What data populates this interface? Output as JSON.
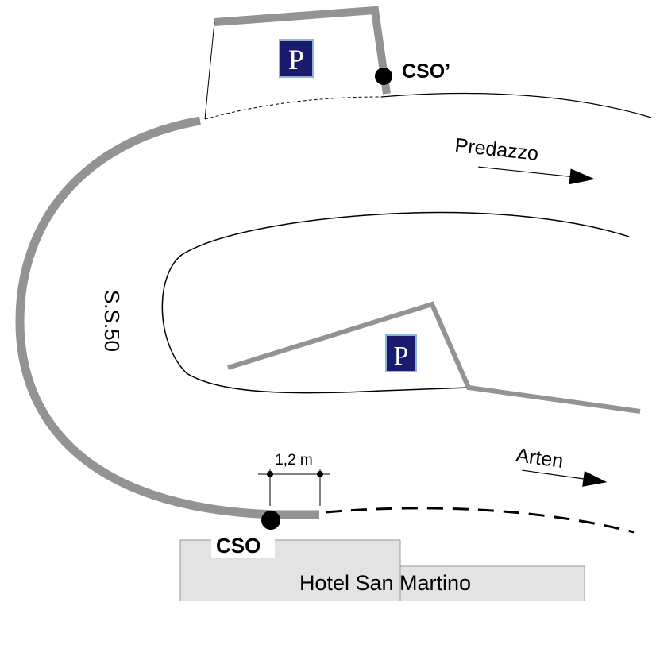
{
  "labels": {
    "cso_top": "CSO’",
    "cso_bottom": "CSO",
    "predazzo": "Predazzo",
    "arten": "Arten",
    "road": "S.S.50",
    "distance": "1,2 m",
    "hotel": "Hotel San Martino"
  },
  "icons": {
    "parking_top": "P",
    "parking_center": "P"
  },
  "colors": {
    "road_edge_gray": "#939393",
    "parking_sign_blue": "#1a1a6e",
    "building_fill": "#e3e3e3",
    "marker_black": "#000000"
  }
}
